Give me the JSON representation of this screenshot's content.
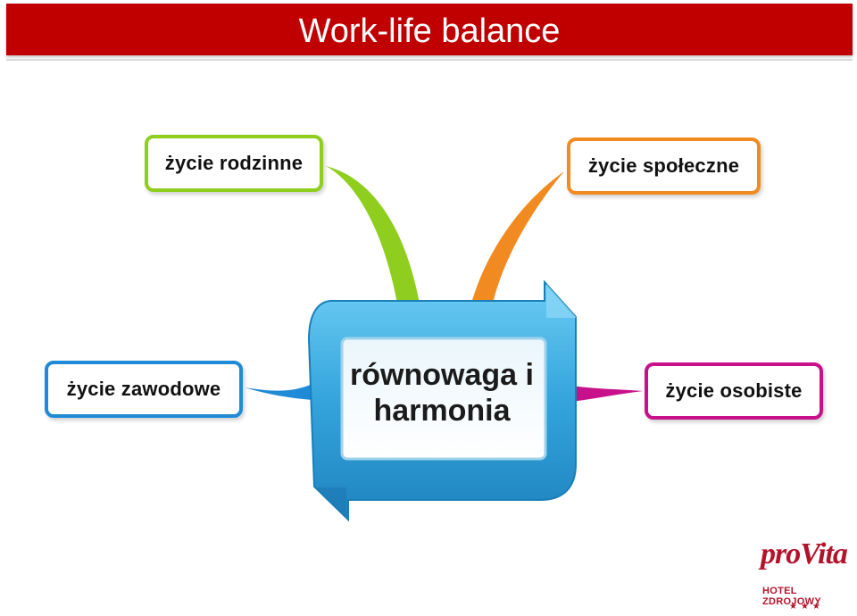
{
  "title": "Work-life balance",
  "center": {
    "line1": "równowaga i",
    "line2": "harmonia"
  },
  "nodes": {
    "family": "życie rodzinne",
    "social": "życie społeczne",
    "work": "życie zawodowe",
    "personal": "życie osobiste"
  },
  "logo": {
    "word": "proVita",
    "subtitle": "HOTEL ZDROJOWY",
    "stars": "★★★"
  },
  "colors": {
    "title_bar": "#c00000",
    "family": "#8fce1e",
    "social": "#f28a22",
    "work": "#1f8ad6",
    "personal": "#c8108a",
    "center": "#3aa6dc"
  }
}
